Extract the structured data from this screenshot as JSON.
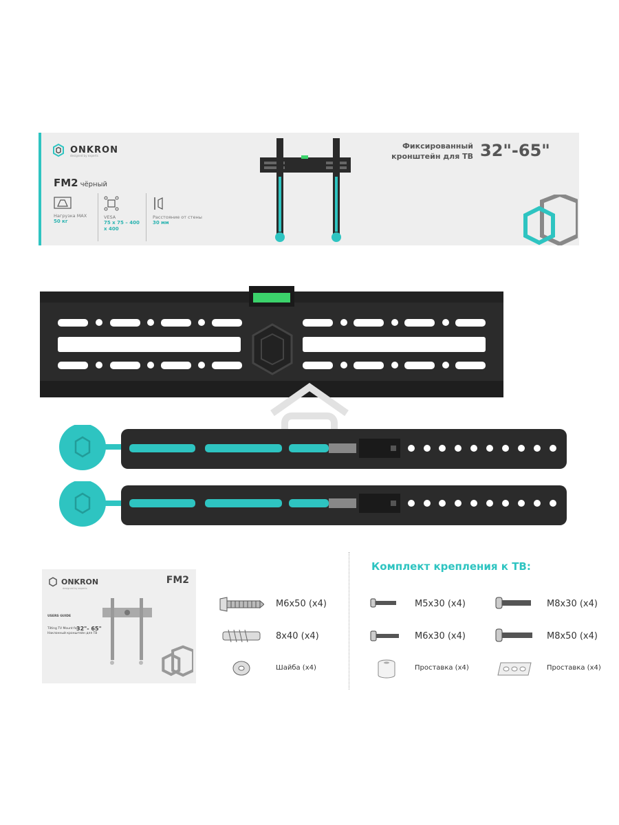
{
  "box": {
    "brand": "ONKRON",
    "brand_tagline": "designed by experts",
    "model": "FM2",
    "color": "чёрный",
    "title": "Фиксированный кронштейн для ТВ",
    "size_range": "32\"-65\"",
    "specs": [
      {
        "label": "Нагрузка MAX",
        "value": "50 кг",
        "icon": "weight-icon"
      },
      {
        "label": "VESA",
        "value": "75 x 75 – 400 x 400",
        "icon": "vesa-icon"
      },
      {
        "label": "Расстояние от стены",
        "value": "30 мм",
        "icon": "wall-distance-icon"
      }
    ],
    "accent": "#2ec4c1"
  },
  "manual": {
    "brand": "ONKRON",
    "brand_tagline": "designed by experts",
    "model": "FM2",
    "guide": "USERS GUIDE",
    "line1": "Tilting TV Mount for",
    "line2": "Наклонный кронштейн для ТВ",
    "size_range": "32\"- 65\""
  },
  "parts_left": [
    {
      "label": "M6x50 (x4)",
      "icon": "long-screw-icon"
    },
    {
      "label": "8x40 (x4)",
      "icon": "wall-anchor-icon"
    },
    {
      "label": "Шайба (x4)",
      "icon": "washer-icon"
    }
  ],
  "kit": {
    "title": "Комплект крепления к ТВ:",
    "items": [
      {
        "label": "M5x30 (x4)",
        "icon": "screw-icon"
      },
      {
        "label": "M8x30 (x4)",
        "icon": "screw-icon"
      },
      {
        "label": "M6x30 (x4)",
        "icon": "screw-icon"
      },
      {
        "label": "M8x50 (x4)",
        "icon": "screw-icon"
      },
      {
        "label": "Проставка (x4)",
        "icon": "spacer-icon"
      },
      {
        "label": "Проставка (x4)",
        "icon": "spacer-plate-icon"
      }
    ]
  },
  "colors": {
    "teal": "#2ec4c1",
    "metal": "#2a2a2a",
    "level": "#3bd36b"
  }
}
